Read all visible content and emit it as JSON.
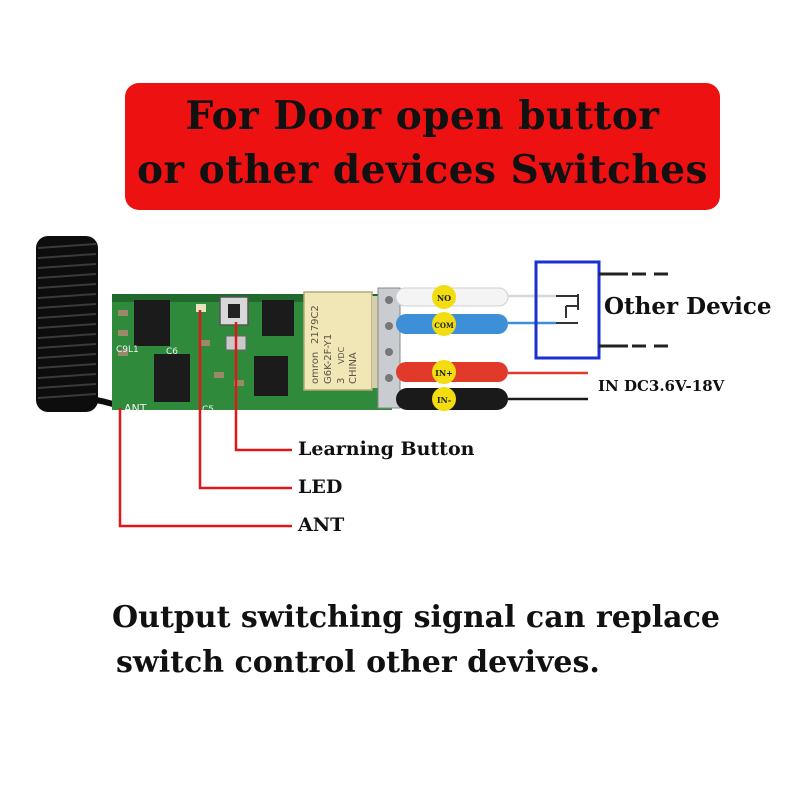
{
  "banner": {
    "line1": "For Door open buttor",
    "line2": "or other devices Switches",
    "color": "#ee1111"
  },
  "labels": {
    "learning_button": "Learning Button",
    "led": "LED",
    "ant": "ANT",
    "other_device": "Other Device",
    "input_voltage": "IN DC3.6V-18V"
  },
  "terminals": {
    "no": "NO",
    "com": "COM",
    "in_plus": "IN+",
    "in_minus": "IN-"
  },
  "board_markings": {
    "relay_brand": "omron",
    "relay_code": "2179C2",
    "relay_model": "G6K-2F-Y1",
    "relay_vdc": "3",
    "relay_vdc_label": "VDC",
    "relay_origin": "CHINA",
    "silk_c9l1": "C9L1",
    "silk_c6": "C6",
    "silk_ant": "ANT",
    "silk_c5": "C5"
  },
  "caption": {
    "line1": "Output switching signal can replace",
    "line2": "switch control other devives."
  },
  "colors": {
    "accent_red": "#ee1111",
    "pcb_green": "#2f8a3c",
    "wire_blue": "#3d8fd8",
    "wire_red": "#e23a2a",
    "wire_black": "#1a1a1a",
    "terminal_yellow": "#f2dd10",
    "box_blue": "#1c2fd0"
  }
}
